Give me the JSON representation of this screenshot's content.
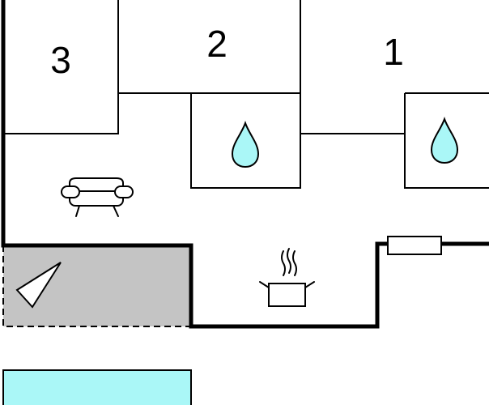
{
  "floor_plan": {
    "rooms": [
      {
        "id": "bedroom-3",
        "label": "3"
      },
      {
        "id": "bedroom-2",
        "label": "2"
      },
      {
        "id": "bedroom-1",
        "label": "1"
      }
    ],
    "icons": [
      {
        "name": "bathroom-water-drop-icon",
        "room": "bathroom-left"
      },
      {
        "name": "bathroom-water-drop-icon",
        "room": "bathroom-right"
      },
      {
        "name": "sofa-icon",
        "room": "living-area"
      },
      {
        "name": "cooking-pot-icon",
        "room": "kitchen"
      },
      {
        "name": "radiator-icon",
        "room": "kitchen"
      },
      {
        "name": "terrace-triangle-icon",
        "room": "terrace"
      }
    ],
    "colors": {
      "wall": "#000000",
      "water": "#aaf7f7",
      "terrace": "#c4c4c4",
      "pool": "#aaf7f7",
      "background": "#ffffff"
    }
  }
}
